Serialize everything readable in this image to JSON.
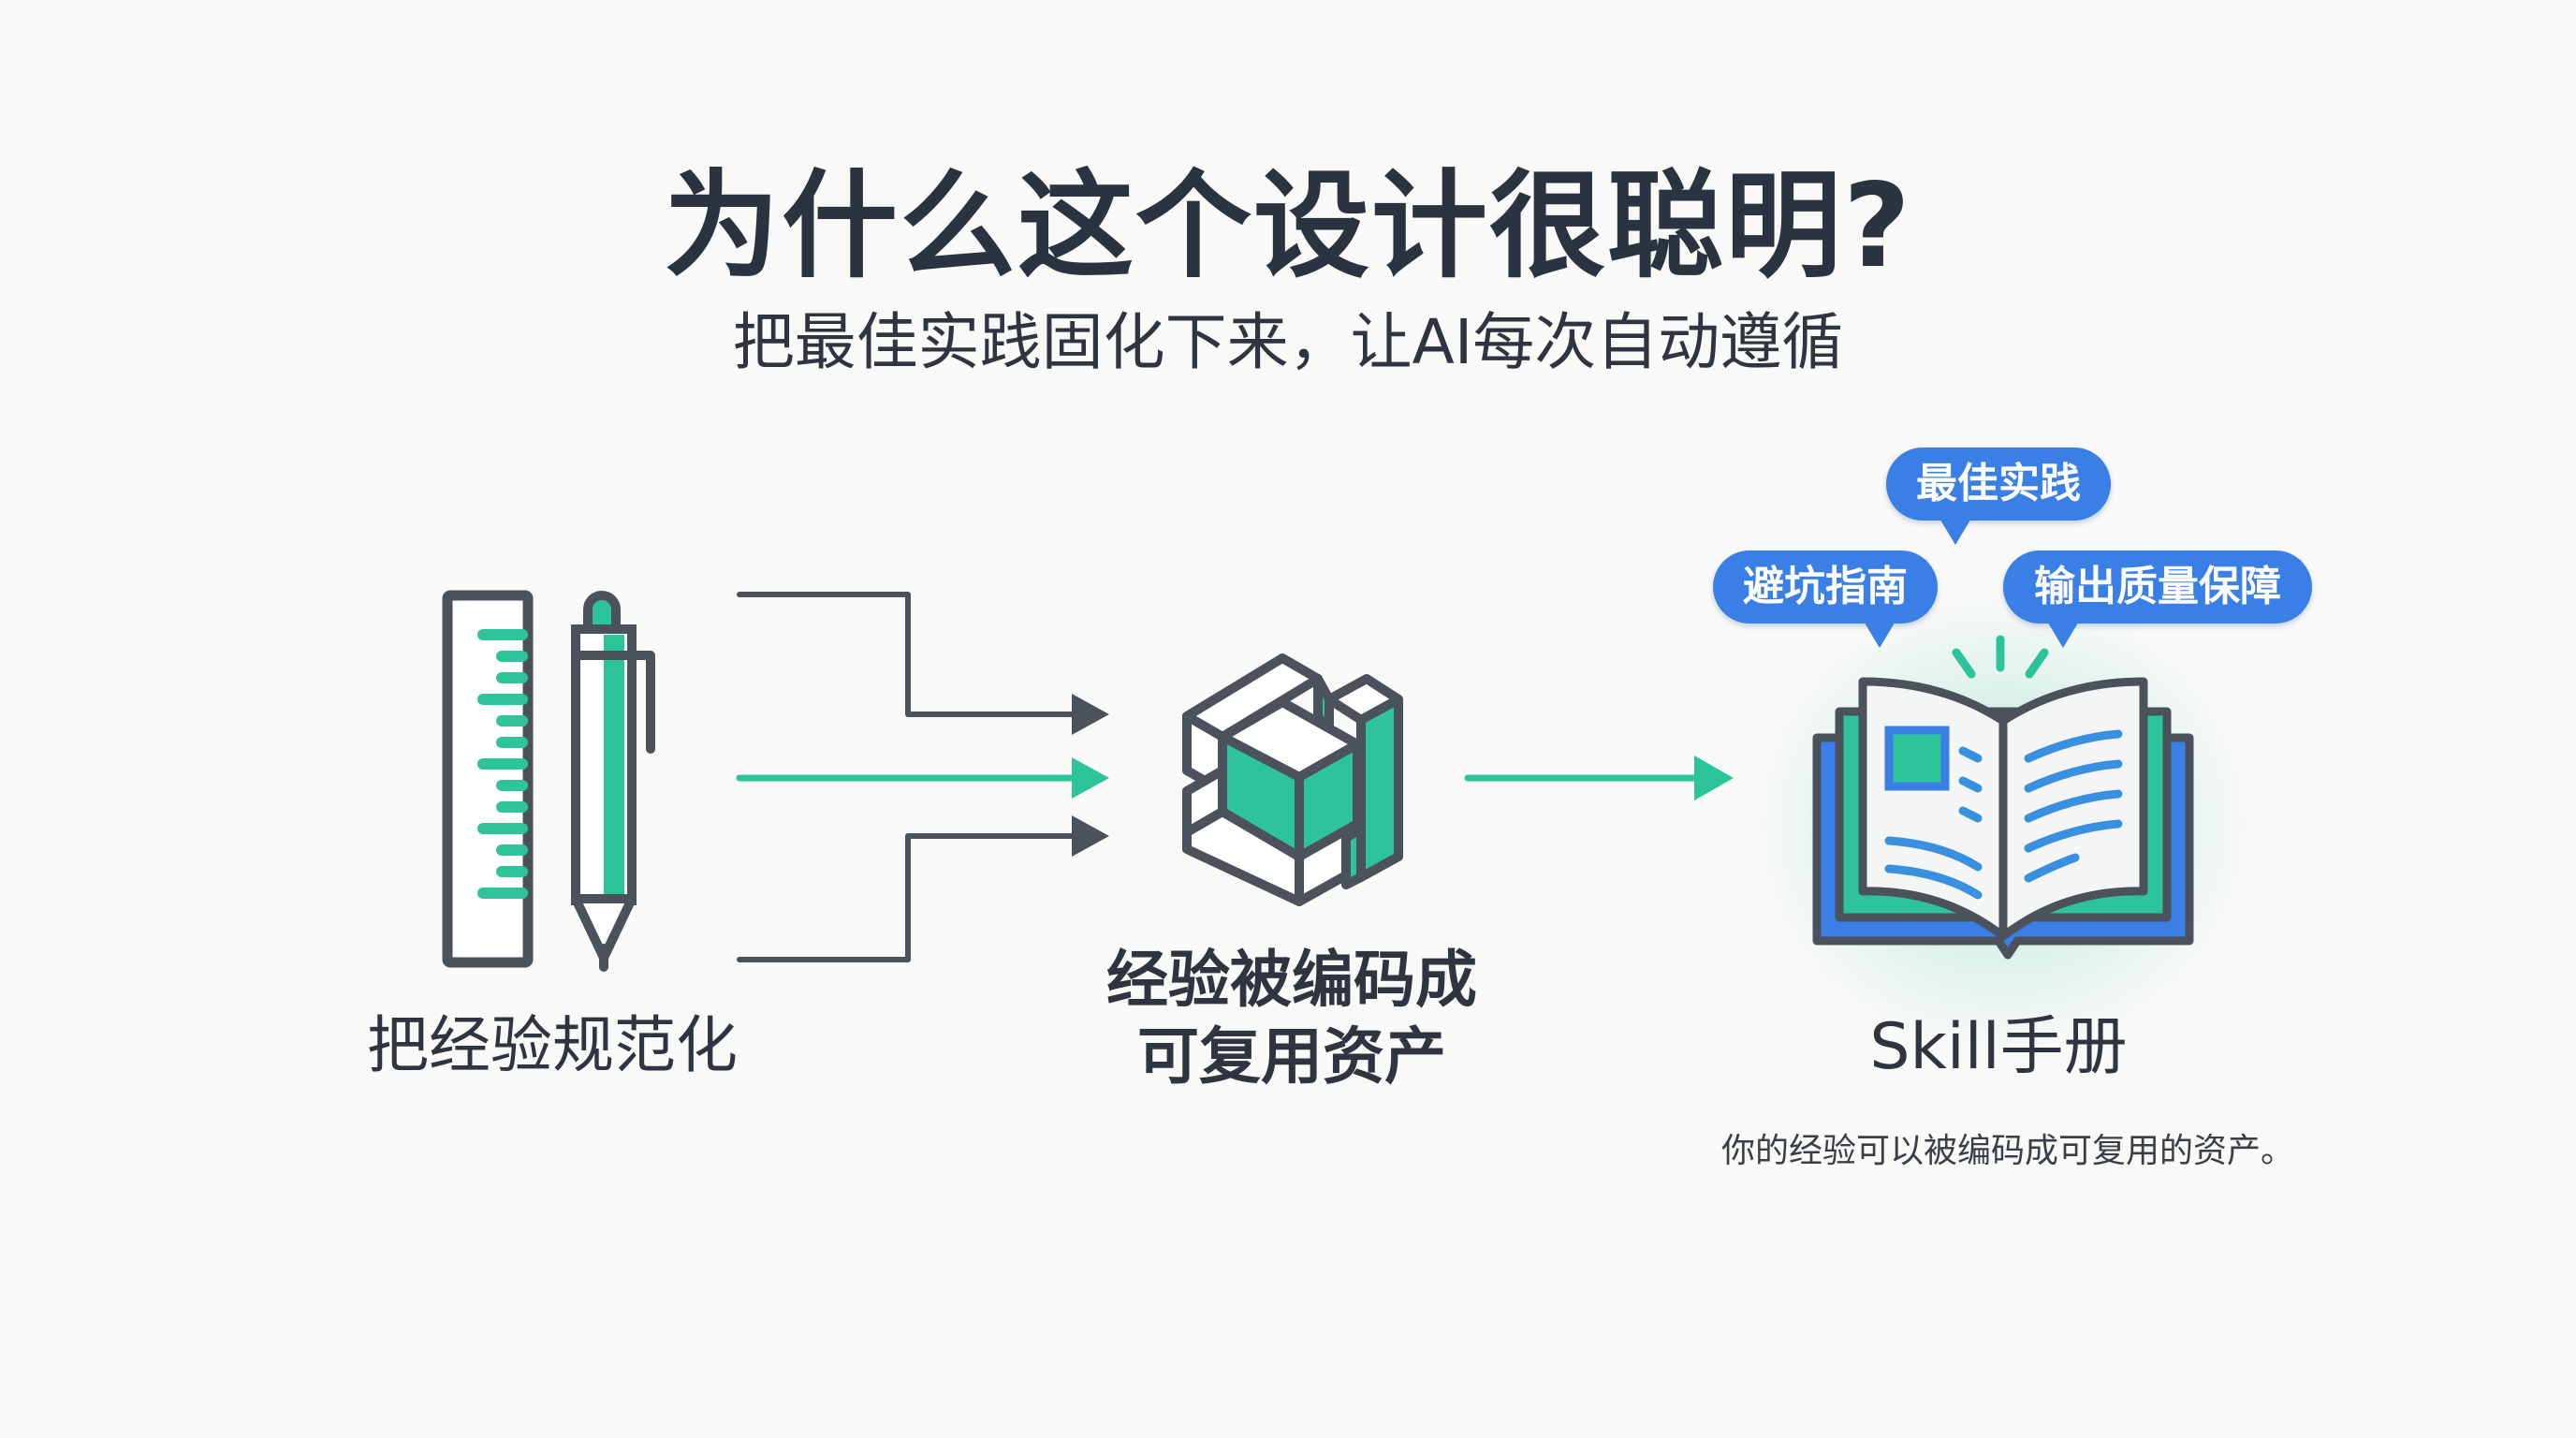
{
  "header": {
    "title": "为什么这个设计很聪明?",
    "subtitle": "把最佳实践固化下来，让AI每次自动遵循"
  },
  "flow": {
    "step1": {
      "label": "把经验规范化",
      "icons": [
        "ruler-icon",
        "pen-icon"
      ]
    },
    "step2": {
      "label_line1": "经验被编码成",
      "label_line2": "可复用资产",
      "icon": "building-blocks-icon"
    },
    "step3": {
      "label": "Skill手册",
      "icon": "open-book-icon",
      "caption": "你的经验可以被编码成可复用的资产。",
      "bubbles": [
        {
          "text": "最佳实践"
        },
        {
          "text": "避坑指南"
        },
        {
          "text": "输出质量保障"
        }
      ]
    }
  },
  "colors": {
    "background": "#f9f9f8",
    "text": "#2b3340",
    "accent_green": "#2ec49a",
    "accent_blue": "#3a7fe6",
    "line_gray": "#4b525c"
  }
}
